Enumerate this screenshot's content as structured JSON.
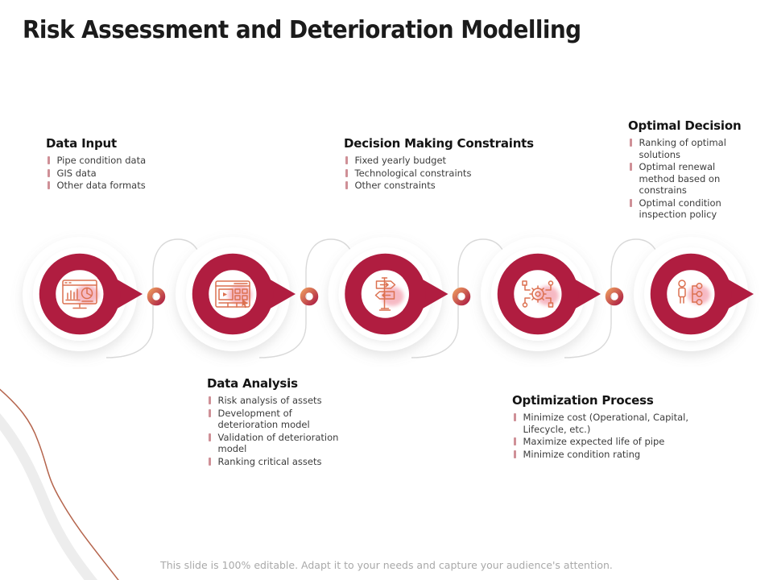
{
  "slide": {
    "title": "Risk Assessment and Deterioration Modelling",
    "footer": "This slide is 100% editable. Adapt it to your needs and capture your audience's attention."
  },
  "colors": {
    "accent_crimson": "#B01D40",
    "icon_orange": "#DC7150",
    "blob_pink": "#F4A8B5",
    "donut_gradient_start": "#E8935D",
    "donut_gradient_end": "#B02545",
    "connector_gray": "#D9D9D9",
    "bullet_pink": "#CF9097",
    "footer_gray": "#A9A9A9"
  },
  "steps": [
    {
      "title": "Data Input",
      "icon": "monitor-analytics-icon",
      "label_position": "top",
      "items": [
        "Pipe condition data",
        "GIS data",
        "Other data formats"
      ]
    },
    {
      "title": "Data Analysis",
      "icon": "dashboard-window-icon",
      "label_position": "bottom",
      "items": [
        "Risk analysis of assets",
        "Development of deterioration model",
        "Validation of deterioration model",
        "Ranking critical assets"
      ]
    },
    {
      "title": "Decision Making Constraints",
      "icon": "signpost-icon",
      "label_position": "top",
      "items": [
        "Fixed yearly budget",
        "Technological constraints",
        "Other constraints"
      ]
    },
    {
      "title": "Optimization Process",
      "icon": "gear-network-icon",
      "label_position": "bottom",
      "items": [
        "Minimize cost (Operational, Capital, Lifecycle, etc.)",
        "Maximize expected life of pipe",
        "Minimize condition rating"
      ]
    },
    {
      "title": "Optimal Decision",
      "icon": "people-hierarchy-icon",
      "label_position": "top",
      "items": [
        "Ranking of optimal solutions",
        "Optimal renewal method based on constrains",
        "Optimal condition inspection policy"
      ]
    }
  ]
}
